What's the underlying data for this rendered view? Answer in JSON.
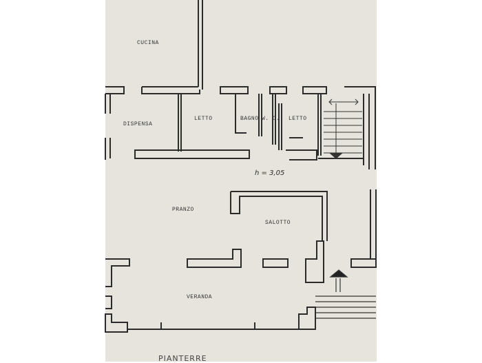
{
  "rooms": {
    "cucina": "CUCINA",
    "dispensa": "DISPENSA",
    "letto_1": "LETTO",
    "bagno": "BAGNO",
    "wc": "W. C.",
    "letto_2": "LETTO",
    "pranzo": "PRANZO",
    "salotto": "SALOTTO",
    "veranda": "VERANDA"
  },
  "ceiling_height": "h = 3,05",
  "footer_text": "PIANTERRE"
}
